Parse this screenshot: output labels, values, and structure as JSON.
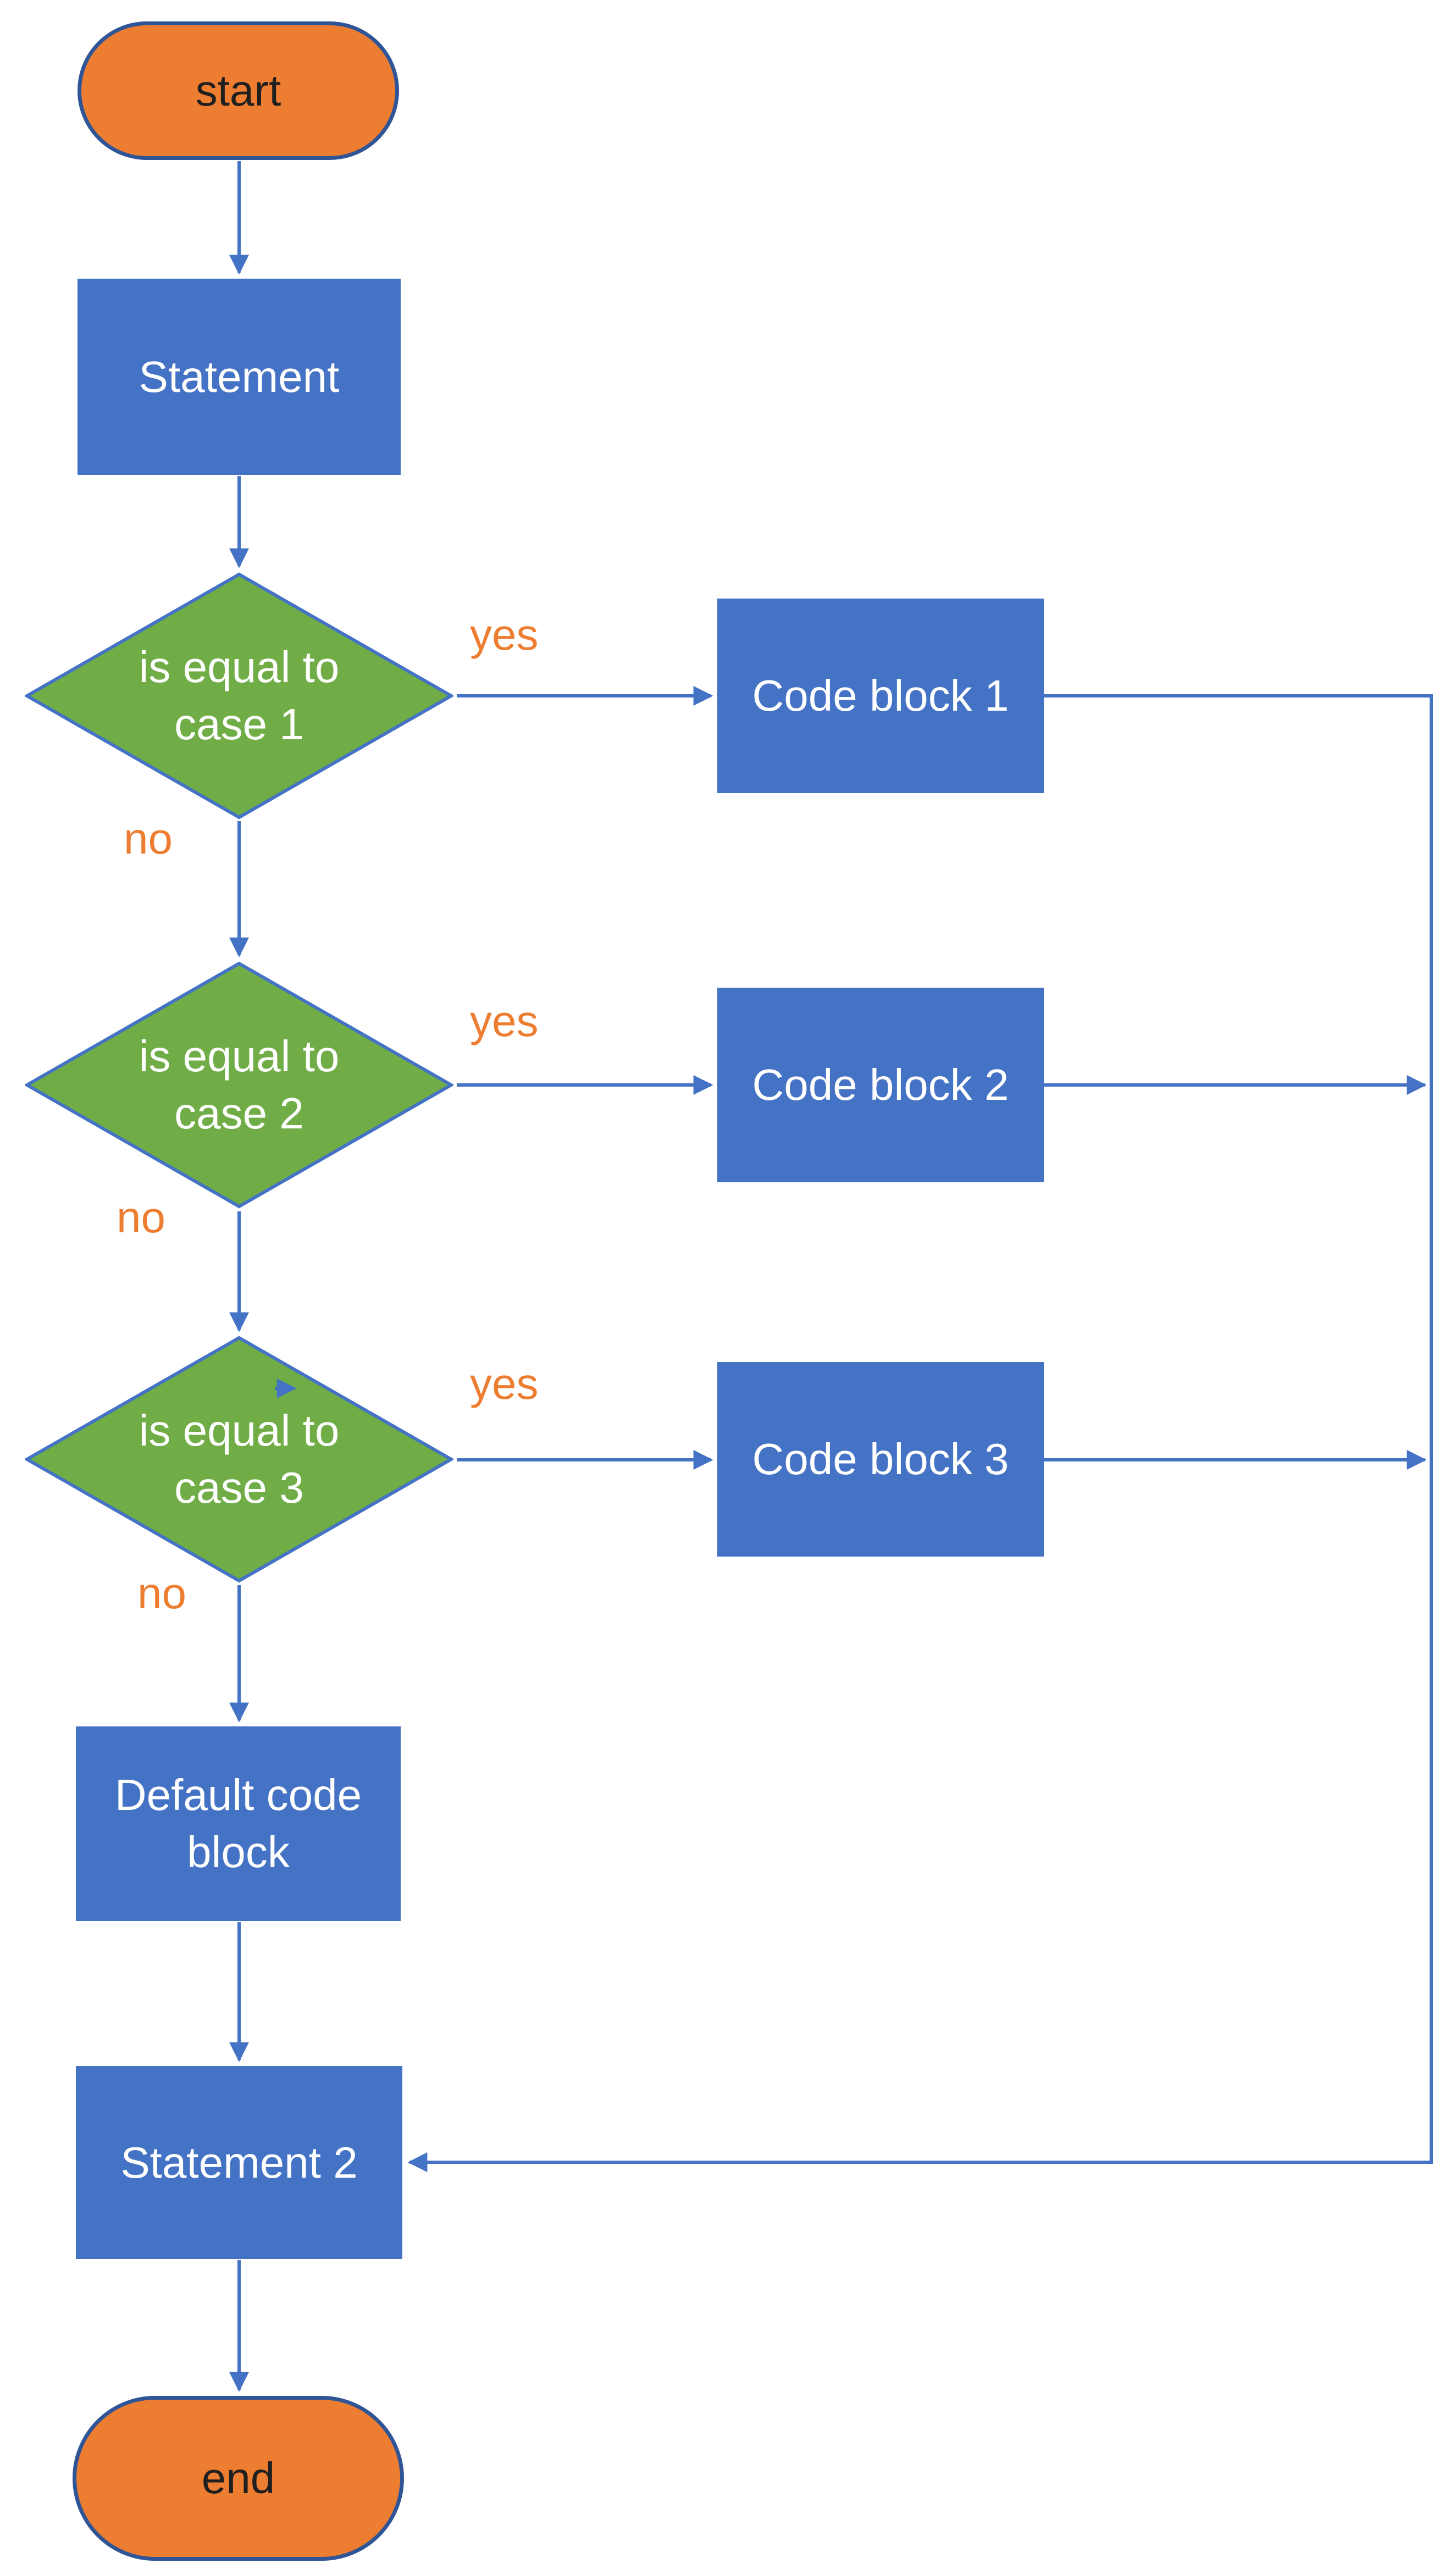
{
  "diagram": {
    "title": "switch statement flowchart",
    "colors": {
      "terminal_fill": "#ED7D31",
      "terminal_outline": "#2F5597",
      "terminal_text": "#1f1f1f",
      "process_fill": "#4472C4",
      "decision_fill": "#70AD47",
      "decision_outline": "#4472C4",
      "connector": "#4472C4",
      "label_orange": "#ED7D31",
      "shape_text": "#ffffff"
    },
    "nodes": {
      "start": {
        "label": "start",
        "type": "terminal"
      },
      "statement": {
        "label": "Statement",
        "type": "process"
      },
      "case1": {
        "label": "is equal to case 1",
        "type": "decision"
      },
      "code1": {
        "label": "Code block 1",
        "type": "process"
      },
      "case2": {
        "label": "is equal to case 2",
        "type": "decision"
      },
      "code2": {
        "label": "Code block 2",
        "type": "process"
      },
      "case3": {
        "label": "is equal to case 3",
        "type": "decision"
      },
      "code3": {
        "label": "Code block 3",
        "type": "process"
      },
      "default_block": {
        "label": "Default code block",
        "type": "process"
      },
      "statement2": {
        "label": "Statement 2",
        "type": "process"
      },
      "end": {
        "label": "end",
        "type": "terminal"
      }
    },
    "edge_labels": {
      "yes1": "yes",
      "no1": "no",
      "yes2": "yes",
      "no2": "no",
      "yes3": "yes",
      "no3": "no"
    }
  }
}
